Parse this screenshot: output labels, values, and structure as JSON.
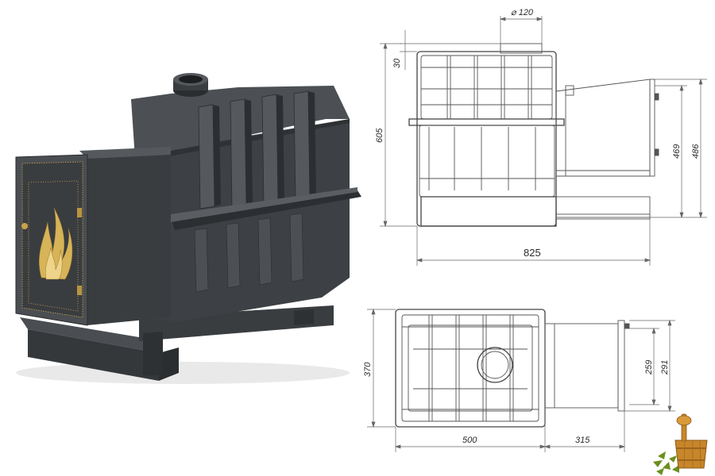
{
  "colors": {
    "stove_dark": "#3a3d40",
    "stove_mid": "#4a4e52",
    "stove_light": "#5c6165",
    "brass": "#c9a24a",
    "drawing_line": "#555555",
    "logo_green": "#6b8f1e",
    "logo_wood": "#c8862a"
  },
  "dimensions": {
    "chimney_diameter": "120",
    "top_offset": "30",
    "total_height": "605",
    "total_length": "825",
    "tunnel_height_inner": "469",
    "tunnel_height_outer": "486",
    "depth": "370",
    "body_length": "500",
    "tunnel_length": "315",
    "tunnel_width_inner": "259",
    "tunnel_width_outer": "291"
  },
  "icons": {
    "logo": "sauna-bucket-broom-logo",
    "door_decor": "flame-ornament-icon"
  }
}
